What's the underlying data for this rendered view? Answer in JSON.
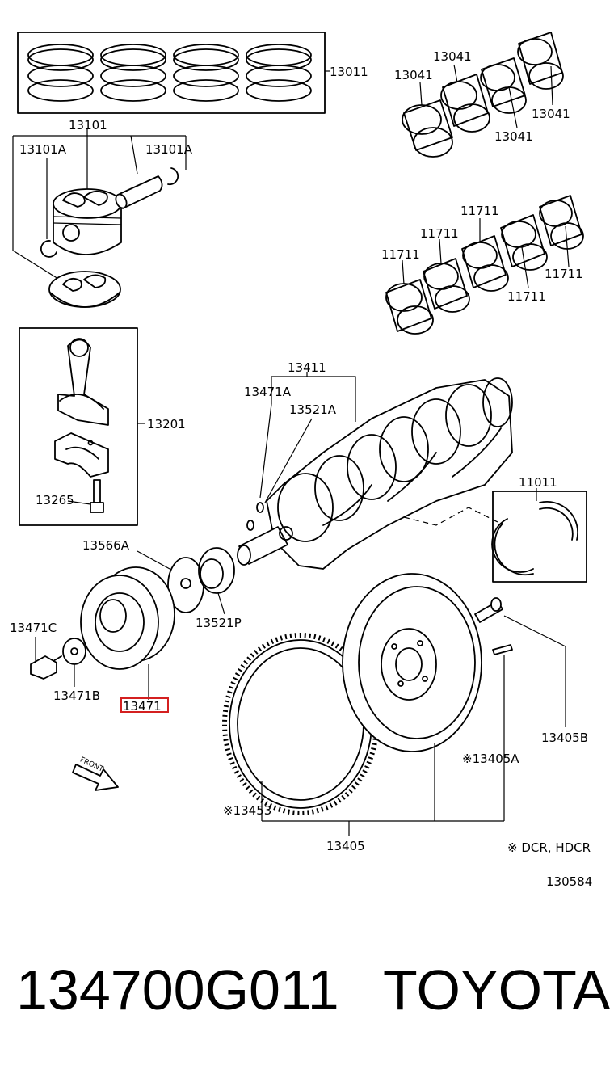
{
  "diagram": {
    "labels": {
      "13011": "13011",
      "13101": "13101",
      "13101A_left": "13101A",
      "13101A_right": "13101A",
      "13041_a": "13041",
      "13041_b": "13041",
      "13041_c": "13041",
      "13041_d": "13041",
      "11711_a": "11711",
      "11711_b": "11711",
      "11711_c": "11711",
      "11711_d": "11711",
      "11711_e": "11711",
      "13201": "13201",
      "13265": "13265",
      "13411": "13411",
      "13471A": "13471A",
      "13521A": "13521A",
      "11011": "11011",
      "13566A": "13566A",
      "13521P": "13521P",
      "13471C": "13471C",
      "13471B": "13471B",
      "13471": "13471",
      "13405B": "13405B",
      "13405A": "※13405A",
      "13453": "※13453",
      "13405": "13405",
      "footnote": "※ DCR, HDCR",
      "front": "FRONT",
      "drawing_number": "130584"
    },
    "highlight_color": "#d42020"
  },
  "caption": {
    "part_number": "134700G011",
    "brand": "TOYOTA"
  }
}
